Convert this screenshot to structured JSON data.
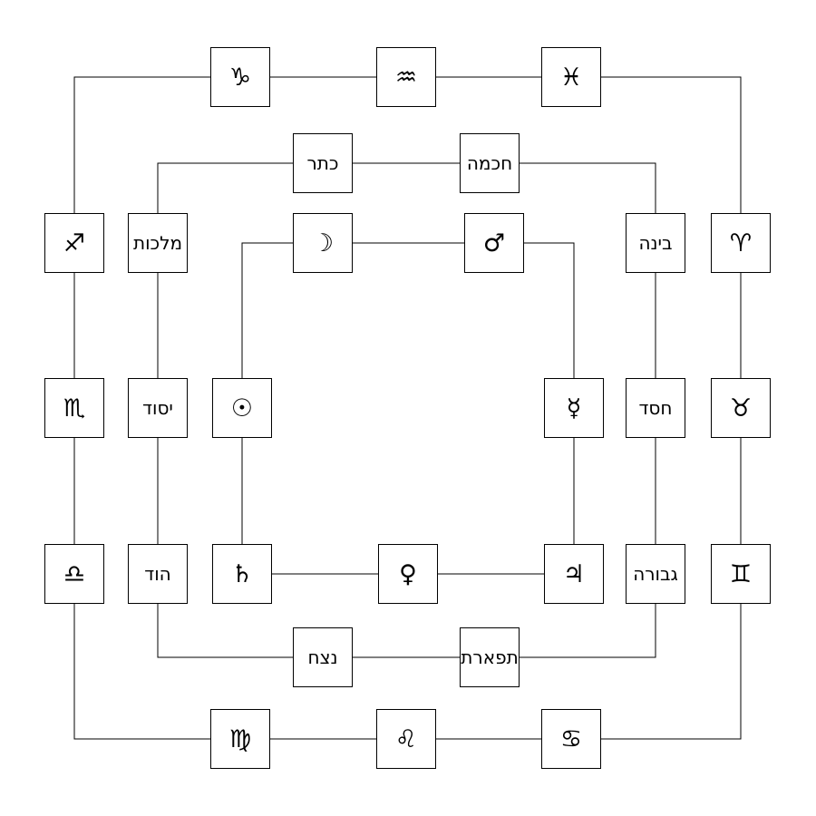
{
  "diagram_title": "zodiac-sefirot-planets ring diagram",
  "colors": {
    "background": "#ffffff",
    "line": "#000000",
    "node_border": "#000000",
    "node_background": "#ffffff",
    "text": "#000000"
  },
  "rings": {
    "zodiac": {
      "items": [
        {
          "name": "capricorn",
          "label": "♑"
        },
        {
          "name": "aquarius",
          "label": "♒"
        },
        {
          "name": "pisces",
          "label": "♓"
        },
        {
          "name": "aries",
          "label": "♈"
        },
        {
          "name": "taurus",
          "label": "♉"
        },
        {
          "name": "gemini",
          "label": "♊"
        },
        {
          "name": "cancer",
          "label": "♋"
        },
        {
          "name": "leo",
          "label": "♌"
        },
        {
          "name": "virgo",
          "label": "♍"
        },
        {
          "name": "libra",
          "label": "♎"
        },
        {
          "name": "scorpio",
          "label": "♏"
        },
        {
          "name": "sagittarius",
          "label": "♐"
        }
      ]
    },
    "sefirot": {
      "items": [
        {
          "name": "keter",
          "label": "כתר"
        },
        {
          "name": "chokhmah",
          "label": "חכמה"
        },
        {
          "name": "binah",
          "label": "בינה"
        },
        {
          "name": "chesed",
          "label": "חסד"
        },
        {
          "name": "gevurah",
          "label": "גבורה"
        },
        {
          "name": "tiferet",
          "label": "תפארת"
        },
        {
          "name": "netzach",
          "label": "נצח"
        },
        {
          "name": "hod",
          "label": "הוד"
        },
        {
          "name": "yesod",
          "label": "יסוד"
        },
        {
          "name": "malkhut",
          "label": "מלכות"
        }
      ]
    },
    "planets": {
      "items": [
        {
          "name": "moon",
          "label": "☽"
        },
        {
          "name": "mars",
          "label": "♂"
        },
        {
          "name": "mercury",
          "label": "☿"
        },
        {
          "name": "jupiter",
          "label": "♃"
        },
        {
          "name": "venus",
          "label": "♀"
        },
        {
          "name": "saturn",
          "label": "♄"
        },
        {
          "name": "sun",
          "label": "☉"
        }
      ]
    }
  }
}
